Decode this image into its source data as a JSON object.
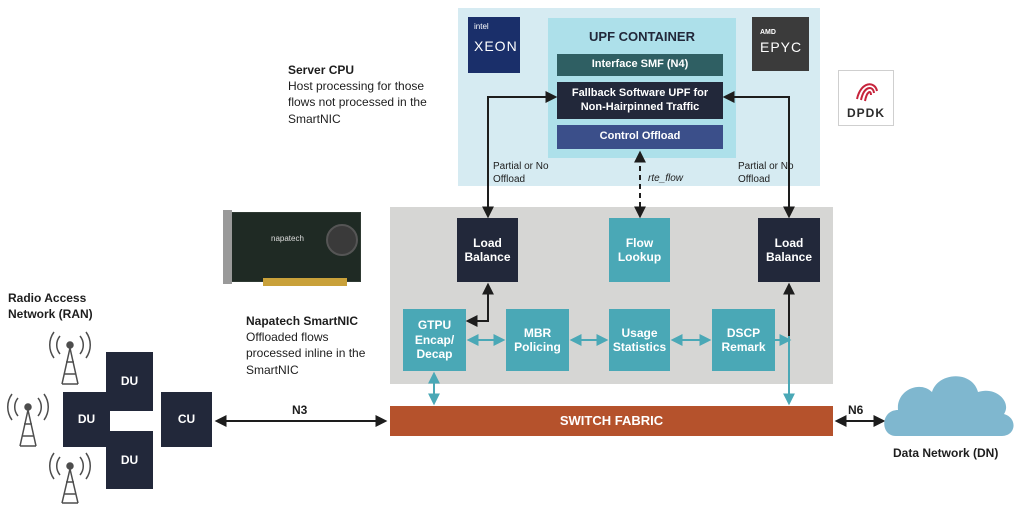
{
  "server": {
    "title": "Server CPU",
    "description": "Host processing for those flows not processed in the SmartNIC"
  },
  "upf": {
    "title": "UPF CONTAINER",
    "interface": "Interface SMF (N4)",
    "fallback": "Fallback Software UPF for Non-Hairpinned Traffic",
    "control": "Control Offload"
  },
  "logos": {
    "intel_small": "intel",
    "intel_big": "XEON",
    "amd_small": "AMD",
    "amd_big": "EPYC",
    "dpdk": "DPDK",
    "napatech": "napatech"
  },
  "offload": {
    "left": "Partial or No Offload",
    "right": "Partial or No Offload",
    "rte": "rte_flow"
  },
  "nic": {
    "load_left": "Load Balance",
    "flow": "Flow Lookup",
    "load_right": "Load Balance",
    "gtpu": "GTPU Encap/ Decap",
    "mbr": "MBR Policing",
    "usage": "Usage Statistics",
    "dscp": "DSCP Remark"
  },
  "smartnic": {
    "title": "Napatech SmartNIC",
    "description": "Offloaded flows processed inline in the SmartNIC"
  },
  "switch": {
    "label": "SWITCH FABRIC"
  },
  "ran": {
    "title": "Radio Access Network (RAN)",
    "du_top": "DU",
    "du_mid": "DU",
    "du_bottom": "DU",
    "cu": "CU"
  },
  "links": {
    "n3": "N3",
    "n6": "N6"
  },
  "dn": {
    "label": "Data Network (DN)"
  },
  "colors": {
    "teal": "#4aa8b6",
    "navy": "#22283a",
    "switch": "#b5522c",
    "server_bg": "#d6ebf2",
    "nic_bg": "#d6d6d4"
  }
}
